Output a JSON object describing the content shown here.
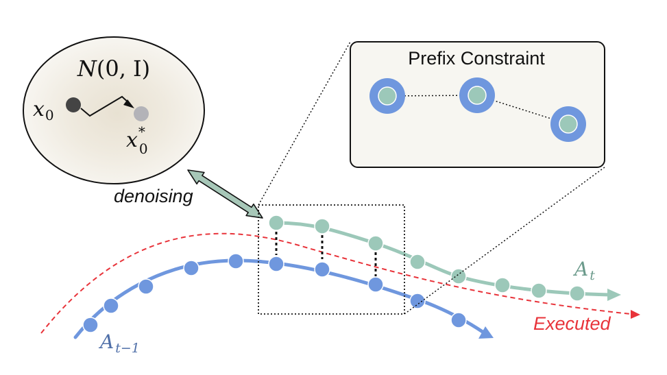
{
  "noise": {
    "dist_cal": "N",
    "dist_args": "(0, I)",
    "x0_base": "x",
    "x0_sub": "0",
    "x0star_sup": "*",
    "x0star_sub": "0"
  },
  "denoising_label": "denoising",
  "zoom": {
    "title": "Prefix Constraint"
  },
  "labels": {
    "a_t_base": "A",
    "a_t_sub": "t",
    "a_t1_base": "A",
    "a_t1_sub": "t−1",
    "executed": "Executed"
  },
  "colors": {
    "teal": "#9cc8b9",
    "blue": "#6f97de",
    "red": "#e8333a",
    "dark_dot": "#444444",
    "light_dot": "#b3b3b8",
    "panel_bg": "#f7f6f1",
    "a_t_label": "#6b9a8b",
    "a_t1_label": "#4f6fa8"
  }
}
